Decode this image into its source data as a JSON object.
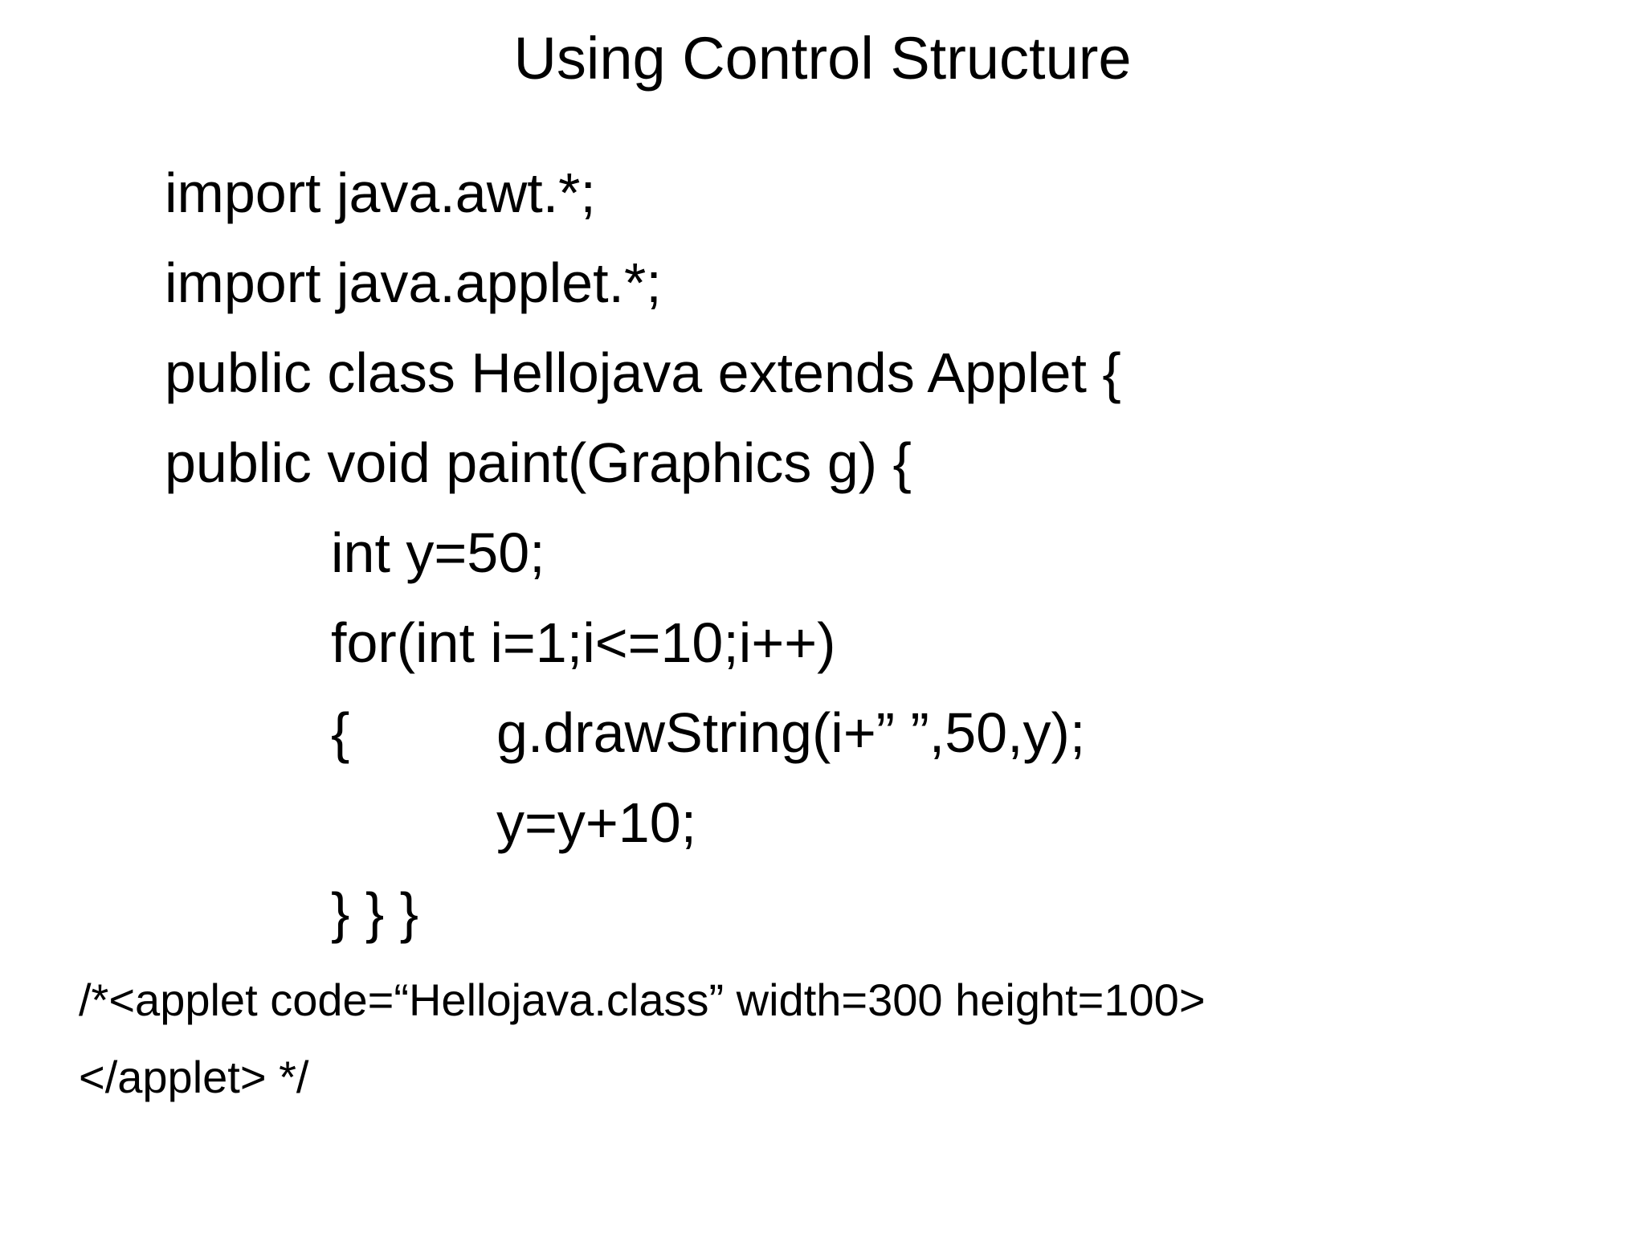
{
  "slide": {
    "title": "Using Control Structure",
    "code_lines": [
      "import java.awt.*;",
      "import java.applet.*;",
      "public class Hellojava extends Applet {",
      "public void paint(Graphics g) {",
      "int y=50;",
      "for(int i=1;i<=10;i++)",
      "{",
      "g.drawString(i+” ”,50,y);",
      "y=y+10;",
      "} } }"
    ],
    "comment_lines": [
      "/*<applet code=“Hellojava.class” width=300 height=100>",
      "</applet> */"
    ]
  }
}
